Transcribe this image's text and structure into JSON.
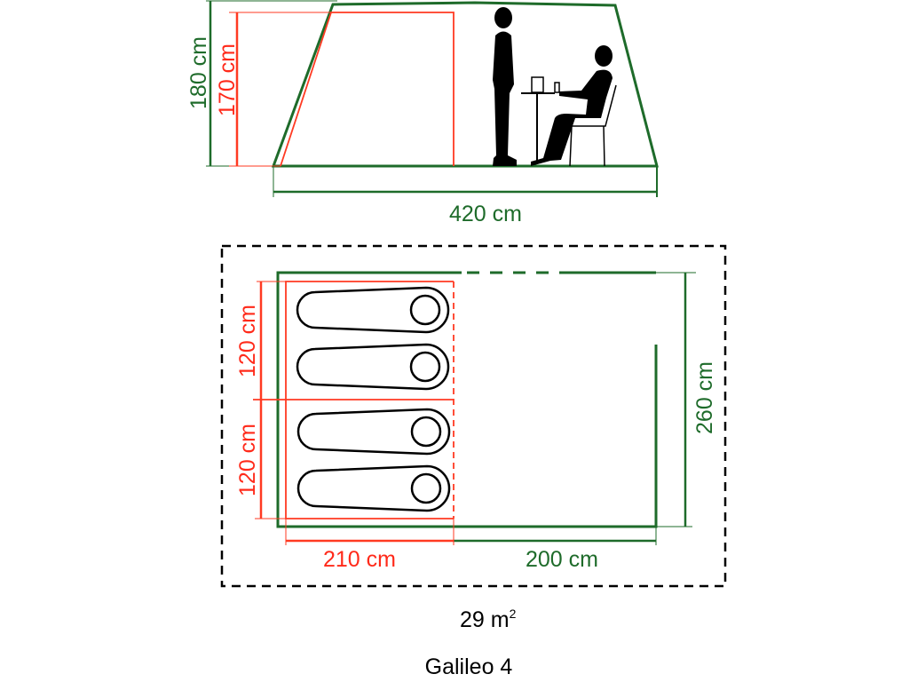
{
  "colors": {
    "outer": "#1e6b2a",
    "inner": "#ff2a1a",
    "figure": "#000000"
  },
  "side_view": {
    "outer_height": "180 cm",
    "inner_height": "170 cm",
    "length": "420 cm"
  },
  "floor_plan": {
    "bedroom_width_top": "120 cm",
    "bedroom_width_bottom": "120 cm",
    "total_width": "260 cm",
    "bedroom_length": "210 cm",
    "living_length": "200 cm",
    "sleeping_bags": 4
  },
  "area": {
    "value": "29 m",
    "superscript": "2"
  },
  "title": "Galileo 4"
}
